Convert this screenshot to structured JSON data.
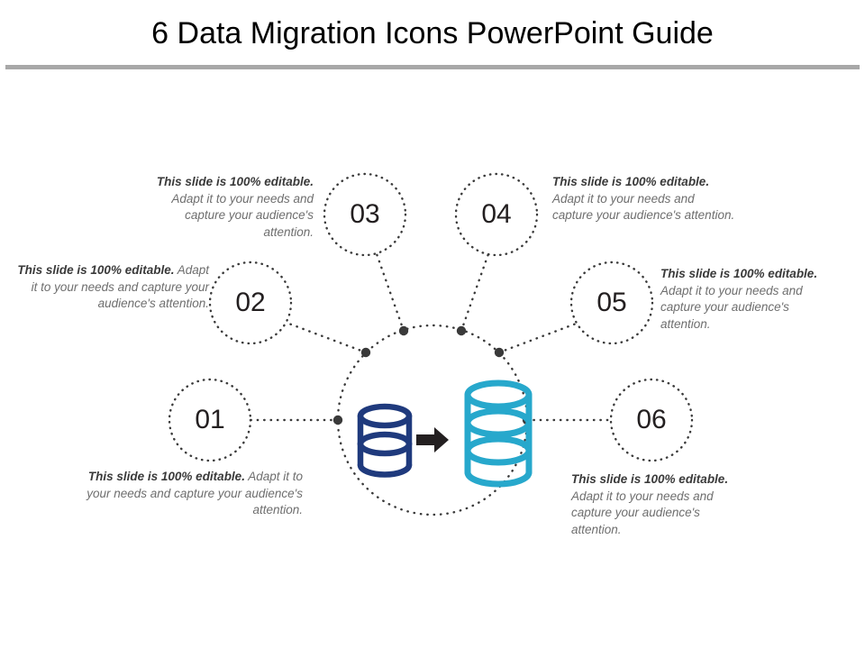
{
  "slide": {
    "title": "6 Data Migration Icons PowerPoint Guide",
    "accent_navy": "#1f3a7d",
    "accent_cyan": "#27a8cc",
    "rule_color": "#a8a8a8",
    "dot_color": "#3a3a3a",
    "text_color": "#6e6e6e",
    "bold_color": "#3a3a3a"
  },
  "center_icon": {
    "name": "data-migration-icon",
    "source_database_color": "#1f3a7d",
    "target_database_color": "#27a8cc",
    "arrow_color": "#231f20",
    "arrow_direction": "right"
  },
  "nodes": [
    {
      "id": "01",
      "number": "01",
      "bold_text": "This slide is 100% editable.",
      "body_text": " Adapt it to your needs and capture your audience's attention.",
      "align": "right"
    },
    {
      "id": "02",
      "number": "02",
      "bold_text": "This slide is 100% editable.",
      "body_text": " Adapt it to your needs and capture your audience's attention.",
      "align": "right"
    },
    {
      "id": "03",
      "number": "03",
      "bold_text": "This slide is 100% editable.",
      "body_text": " Adapt it to your needs and capture your audience's attention.",
      "align": "right"
    },
    {
      "id": "04",
      "number": "04",
      "bold_text": "This slide is 100% editable.",
      "body_text": " Adapt it to your needs and capture your audience's attention.",
      "align": "left"
    },
    {
      "id": "05",
      "number": "05",
      "bold_text": "This slide is 100% editable.",
      "body_text": " Adapt it to your needs and capture your audience's attention.",
      "align": "left"
    },
    {
      "id": "06",
      "number": "06",
      "bold_text": "This slide is 100% editable.",
      "body_text": " Adapt it to your needs and capture your audience's attention.",
      "align": "left"
    }
  ]
}
